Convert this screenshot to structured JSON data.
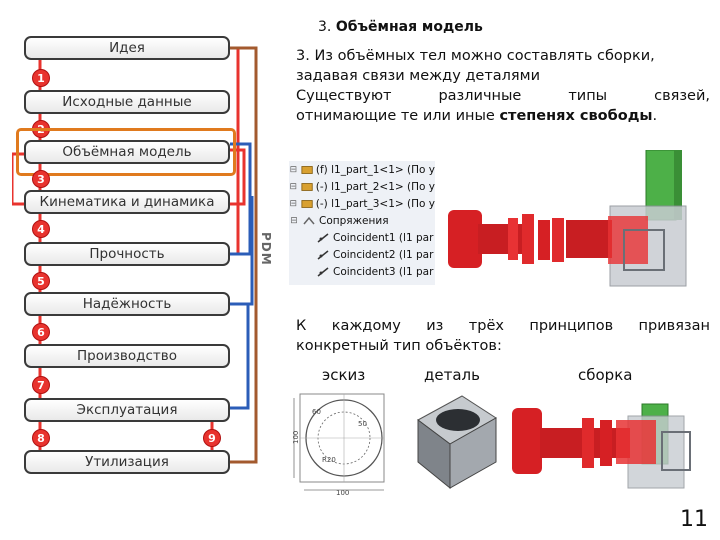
{
  "slide": {
    "heading_prefix": "3. ",
    "heading_bold": "Объёмная модель",
    "para1_line1": "3. Из объёмных тел можно составлять сборки,",
    "para1_line2": "задавая связи между деталями",
    "para1_line3": "Существуют различные типы связей,",
    "para1_line4a": "отнимающие те или иные ",
    "para1_line4b": "степенях свободы",
    "para1_line4c": ".",
    "para2_line1": "К каждому из трёх принципов привязан",
    "para2_line2": "конкретный тип объёктов:",
    "label_sketch": "эскиз",
    "label_part": "деталь",
    "label_assembly": "сборка",
    "page_number": "11"
  },
  "lifecycle": {
    "stages": [
      {
        "label": "Идея"
      },
      {
        "label": "Исходные данные"
      },
      {
        "label": "Объёмная модель"
      },
      {
        "label": "Кинематика и динамика"
      },
      {
        "label": "Прочность"
      },
      {
        "label": "Надёжность"
      },
      {
        "label": "Производство"
      },
      {
        "label": "Эксплуатация"
      },
      {
        "label": "Утилизация"
      }
    ],
    "numbers": [
      "1",
      "2",
      "3",
      "4",
      "5",
      "6",
      "7",
      "8",
      "9"
    ],
    "pdm_label": "PDM",
    "highlight_color": "#e07a1e",
    "arrow_color": "#e8332e"
  },
  "tree": {
    "items": [
      {
        "toggle": "⊟",
        "text": "(f) l1_part_1<1> (По у"
      },
      {
        "toggle": "⊟",
        "text": "(-) l1_part_2<1> (По у"
      },
      {
        "toggle": "⊟",
        "text": "(-) l1_part_3<1> (По у"
      },
      {
        "toggle": "⊟",
        "text": "Сопряжения"
      },
      {
        "toggle": "",
        "text": "Coincident1 (l1 par"
      },
      {
        "toggle": "",
        "text": "Coincident2 (l1 par"
      },
      {
        "toggle": "",
        "text": "Coincident3 (l1 par"
      }
    ]
  },
  "sketch": {
    "dim_top": "60",
    "dim_left": "100",
    "dim_r": "R20",
    "dim_circle": "50",
    "dim_bottom": "100"
  }
}
